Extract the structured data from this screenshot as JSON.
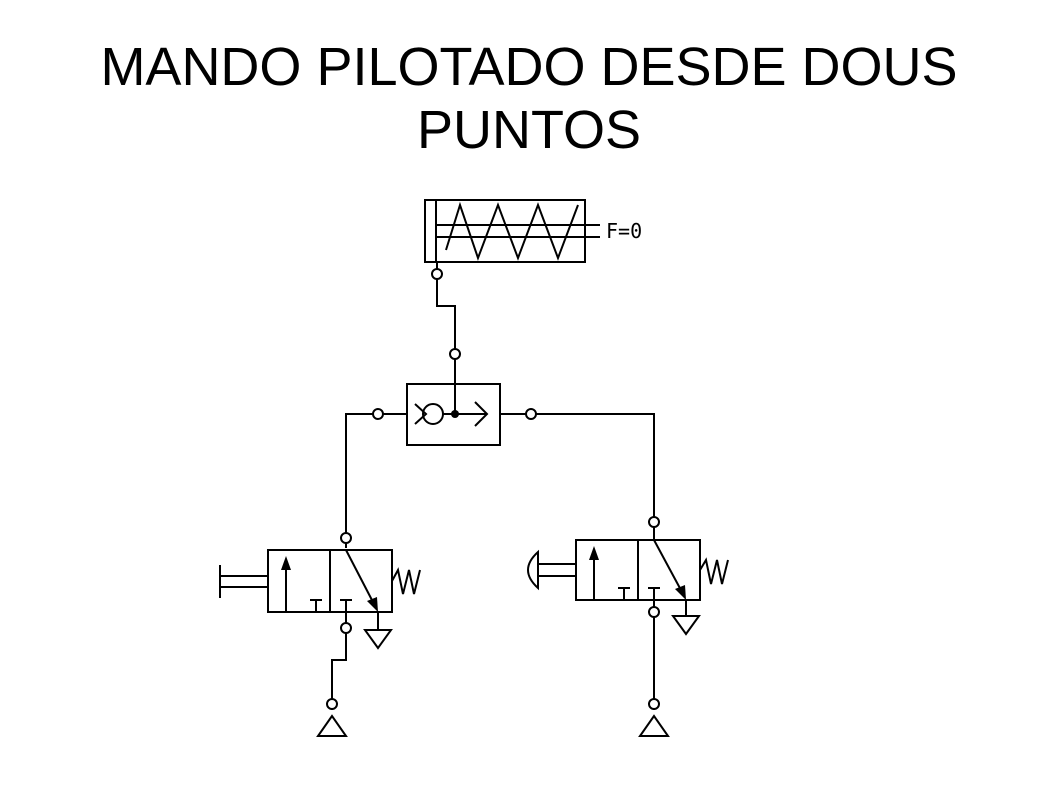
{
  "title": {
    "line1": "MANDO PILOTADO DESDE DOUS",
    "line2": "PUNTOS"
  },
  "diagram": {
    "cylinder_label": "F=0"
  },
  "colors": {
    "background": "#ffffff",
    "ink": "#000000"
  }
}
